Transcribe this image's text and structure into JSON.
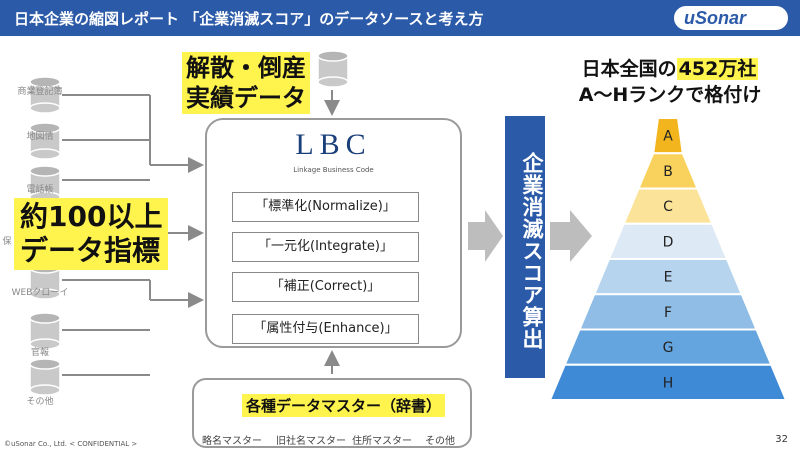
{
  "header": {
    "title": "日本企業の縮図レポート 「企業消滅スコア」のデータソースと考え方",
    "logo_text": "uSonar"
  },
  "sources": [
    "商業登記簿",
    "地図情",
    "電話帳",
    "保",
    "WEBクローイ",
    "官報",
    "その他"
  ],
  "left_label": {
    "line1": "約100以上",
    "line2": "データ指標"
  },
  "top_label": {
    "line1": "解散・倒産",
    "line2": "実績データ"
  },
  "lbc": {
    "logo": "LBC",
    "subtitle": "Linkage Business Code",
    "steps": [
      "「標準化(Normalize)」",
      "「一元化(Integrate)」",
      "「補正(Correct)」",
      "「属性付与(Enhance)」"
    ]
  },
  "master": {
    "label": "各種データマスター（辞書）",
    "items": [
      "略名マスター",
      "旧社名マスター",
      "住所マスター",
      "その他"
    ]
  },
  "calc_label": "企業消滅スコア算出",
  "total": {
    "prefix": "日本全国の",
    "number": "452万社",
    "line2": "A～Hランクで格付け"
  },
  "pyramid": {
    "ranks": [
      "A",
      "B",
      "C",
      "D",
      "E",
      "F",
      "G",
      "H"
    ],
    "colors": [
      "#f2b51e",
      "#f8d25c",
      "#fbe49a",
      "#ddeaf5",
      "#b7d4ee",
      "#8fbde6",
      "#64a5df",
      "#3f8ad6"
    ]
  },
  "footer": {
    "left": "©uSonar Co., Ltd. < CONFIDENTIAL >",
    "page": "32"
  }
}
